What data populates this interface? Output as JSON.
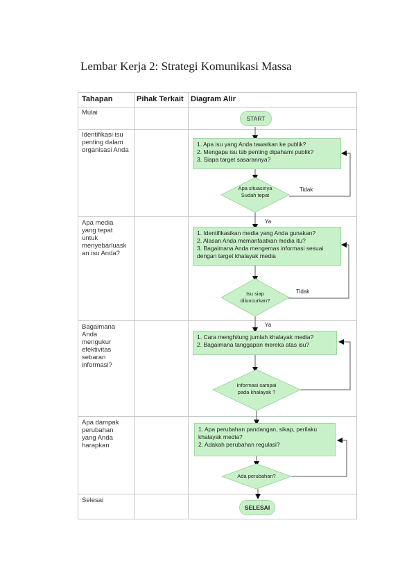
{
  "title": "Lembar Kerja 2: Strategi Komunikasi Massa",
  "headers": {
    "stage": "Tahapan",
    "party": "Pihak Terkait",
    "flow": "Diagram Alir"
  },
  "stages": {
    "s1": "Mulai",
    "s2": [
      "Identifikasi isu",
      "penting dalam",
      "organisasi Anda"
    ],
    "s3": [
      "Apa media",
      "yang tepat",
      "untuk",
      "menyebarluask",
      "an isu Anda?"
    ],
    "s4": [
      "Bagaimana",
      "Anda",
      "mengukur",
      "efektivitas",
      "sebaran",
      "informasi?"
    ],
    "s5": [
      "Apa dampak",
      "perubahan",
      "yang Anda",
      "harapkan"
    ],
    "s6": "Selesai"
  },
  "flow": {
    "start": "START",
    "box1": [
      "1. Apa isu yang Anda tawarkan ke publik?",
      "2. Mengapa isu tsb penting dipahami publik?",
      "3. Siapa target sasarannya?"
    ],
    "d1": [
      "Apa situasinya",
      "Sudah tepat"
    ],
    "d1_no": "Tidak",
    "d1_yes": "Ya",
    "box2": [
      "1. Identifikasikan media yang Anda gunakan?",
      "2. Alasan Anda memanfaatkan media itu?",
      "3. Bagaimana Anda mengemas informasi sesuai",
      "dengan target khalayak media"
    ],
    "d2": [
      "Isu siap",
      "diluncurkan?"
    ],
    "d2_no": "Tidak",
    "d2_yes": "Ya",
    "box3": [
      "1. Cara menghitung jumlah khalayak media?",
      "2. Bagaimana tanggapan mereka atas isu?"
    ],
    "d3": [
      "Informasi sampai",
      "pada khalayak ?"
    ],
    "box4": [
      "1. Apa perubahan pandangan, sikap, perilaku",
      "khalayak media?",
      "2. Adakah perubahan regulasi?"
    ],
    "d4": "Ada perubahan?",
    "end": "SELESAI"
  },
  "colors": {
    "fill": "#c9f1c9",
    "stroke": "#9fd99f",
    "grid": "#c8c8c8"
  }
}
